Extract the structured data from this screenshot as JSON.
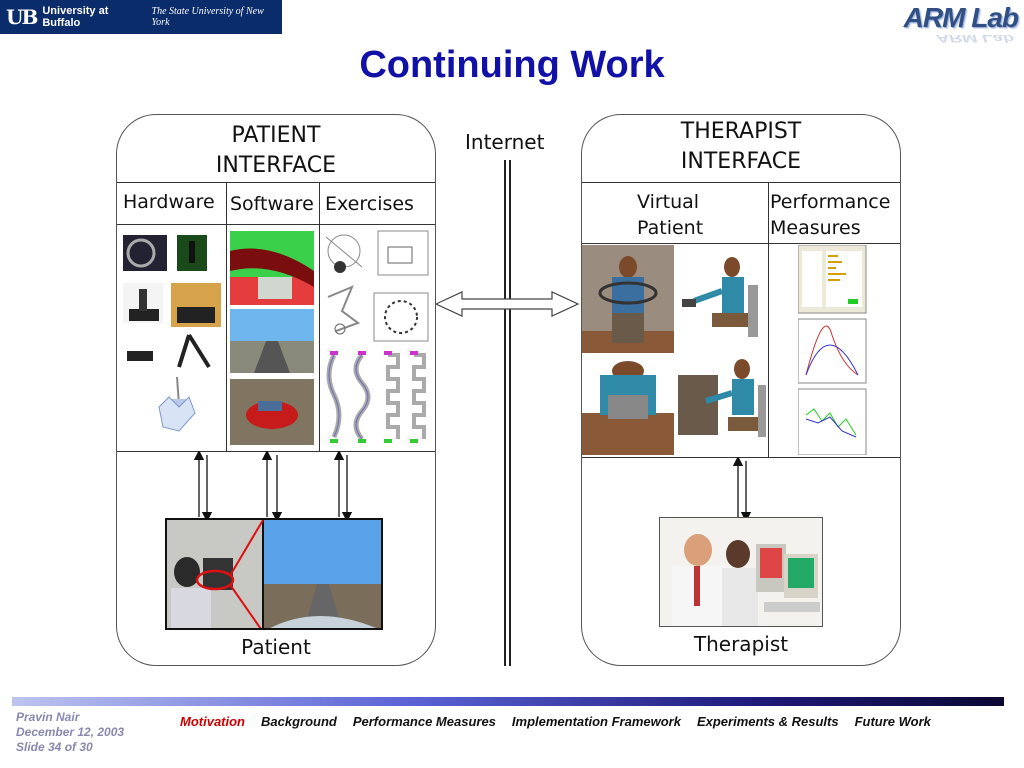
{
  "header": {
    "ub_mark": "UB",
    "ub_name": "University at Buffalo",
    "ub_tagline": "The State University of New York",
    "lab_logo": "ARM Lab"
  },
  "title": "Continuing Work",
  "patient_interface": {
    "title_line1": "PATIENT",
    "title_line2": "INTERFACE",
    "columns": [
      "Hardware",
      "Software",
      "Exercises"
    ],
    "caption": "Patient"
  },
  "therapist_interface": {
    "title_line1": "THERAPIST",
    "title_line2": "INTERFACE",
    "col1_line1": "Virtual",
    "col1_line2": "Patient",
    "col2_line1": "Performance",
    "col2_line2": "Measures",
    "caption": "Therapist"
  },
  "internet_label": "Internet",
  "footer": {
    "author": "Pravin Nair",
    "date": "December 12, 2003",
    "slide": "Slide 34 of 30",
    "nav": [
      "Motivation",
      "Background",
      "Performance Measures",
      "Implementation Framework",
      "Experiments & Results",
      "Future Work"
    ],
    "active_index": 0
  },
  "colors": {
    "title": "#1111a8",
    "active_nav": "#cc0000",
    "ub_blue": "#0b2c6b"
  }
}
